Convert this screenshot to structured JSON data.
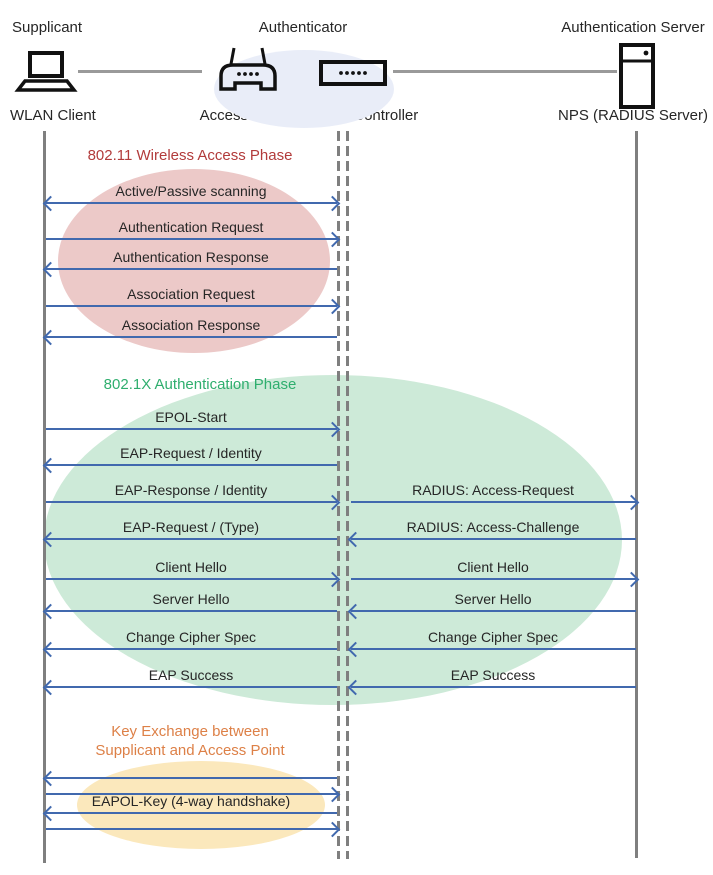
{
  "actors": {
    "roles": [
      {
        "label": "Supplicant"
      },
      {
        "label": "Authenticator"
      },
      {
        "label": "Authentication Server"
      }
    ],
    "devices": [
      {
        "label": "WLAN Client",
        "icon": "laptop-icon"
      },
      {
        "label": "Access Point",
        "icon": "wireless-router-icon"
      },
      {
        "label": "WLAN Controller",
        "icon": "network-switch-icon"
      },
      {
        "label": "NPS (RADIUS Server)",
        "icon": "server-icon"
      }
    ]
  },
  "colors": {
    "arrow_blue": "#4169ae",
    "lifeline_gray": "#7f7f7f",
    "connector_gray": "#9a9a9a",
    "text_dark": "#262626",
    "phase1_title": "#b23b3b",
    "phase1_fill": "#ecc9c8",
    "phase2_title": "#2fae6e",
    "phase2_fill": "#cdead8",
    "phase3_title": "#dd8047",
    "phase3_fill": "#fbe8bc",
    "authenticator_fill": "#e9edf8"
  },
  "phases": [
    {
      "title": "802.11 Wireless Access Phase"
    },
    {
      "title": "802.1X Authentication Phase"
    },
    {
      "title_line1": "Key Exchange between",
      "title_line2": "Supplicant and Access Point"
    }
  ],
  "messages": [
    {
      "label": "Active/Passive scanning",
      "half": "left",
      "row": 1,
      "direction": "both"
    },
    {
      "label": "Authentication Request",
      "half": "left",
      "row": 2,
      "direction": "right"
    },
    {
      "label": "Authentication Response",
      "half": "left",
      "row": 3,
      "direction": "left"
    },
    {
      "label": "Association Request",
      "half": "left",
      "row": 4,
      "direction": "right"
    },
    {
      "label": "Association Response",
      "half": "left",
      "row": 5,
      "direction": "left"
    },
    {
      "label": "EPOL-Start",
      "half": "left",
      "row": 6,
      "direction": "right"
    },
    {
      "label": "EAP-Request / Identity",
      "half": "left",
      "row": 7,
      "direction": "left"
    },
    {
      "label": "EAP-Response / Identity",
      "half": "left",
      "row": 8,
      "direction": "right"
    },
    {
      "label": "RADIUS: Access-Request",
      "half": "right",
      "row": 8,
      "direction": "right"
    },
    {
      "label": "EAP-Request / (Type)",
      "half": "left",
      "row": 9,
      "direction": "left"
    },
    {
      "label": "RADIUS: Access-Challenge",
      "half": "right",
      "row": 9,
      "direction": "left"
    },
    {
      "label": "Client Hello",
      "half": "left",
      "row": 10,
      "direction": "right"
    },
    {
      "label": "Client Hello",
      "half": "right",
      "row": 10,
      "direction": "right"
    },
    {
      "label": "Server Hello",
      "half": "left",
      "row": 11,
      "direction": "left"
    },
    {
      "label": "Server Hello",
      "half": "right",
      "row": 11,
      "direction": "left"
    },
    {
      "label": "Change Cipher Spec",
      "half": "left",
      "row": 12,
      "direction": "left"
    },
    {
      "label": "Change Cipher Spec",
      "half": "right",
      "row": 12,
      "direction": "left"
    },
    {
      "label": "EAP Success",
      "half": "left",
      "row": 13,
      "direction": "left"
    },
    {
      "label": "EAP Success",
      "half": "right",
      "row": 13,
      "direction": "left"
    },
    {
      "label": "",
      "half": "left",
      "row": 14,
      "direction": "left"
    },
    {
      "label": "",
      "half": "left",
      "row": 15,
      "direction": "right"
    },
    {
      "label": "EAPOL-Key (4-way handshake)",
      "half": "left",
      "row": 16,
      "direction": "left"
    },
    {
      "label": "",
      "half": "left",
      "row": 17,
      "direction": "right"
    }
  ]
}
